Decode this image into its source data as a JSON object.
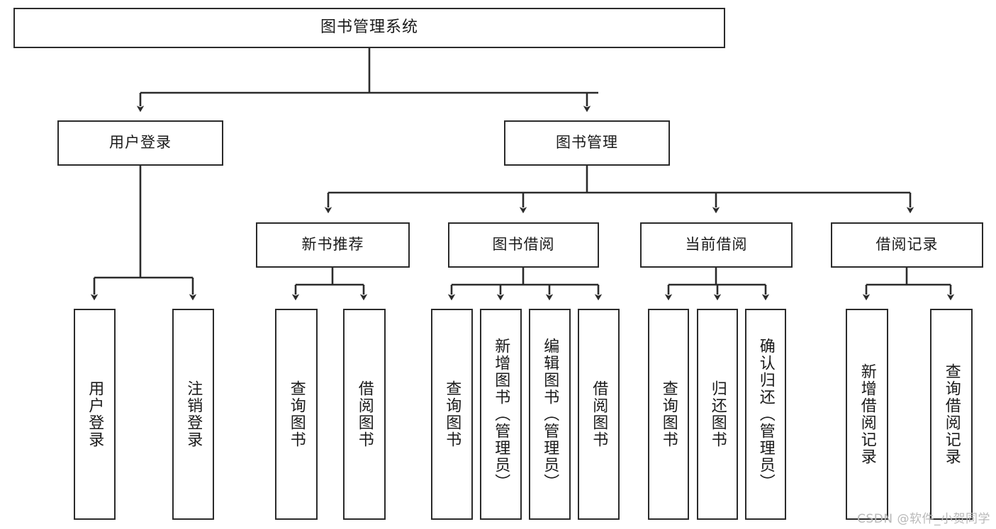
{
  "diagram": {
    "type": "tree-hierarchy-chart",
    "title": "图书管理系统",
    "watermark": "CSDN @软件_小贺同学",
    "colors": {
      "box_border": "#2b2b2b",
      "box_fill": "#ffffff",
      "connector": "#2b2b2b",
      "text": "#1a1a1a",
      "watermark": "#b9b9b9"
    },
    "root": {
      "label": "图书管理系统"
    },
    "level2": [
      {
        "id": "user-login",
        "label": "用户登录"
      },
      {
        "id": "book-management",
        "label": "图书管理"
      }
    ],
    "level3": [
      {
        "id": "new-book-recommend",
        "label": "新书推荐"
      },
      {
        "id": "book-borrow",
        "label": "图书借阅"
      },
      {
        "id": "current-borrow",
        "label": "当前借阅"
      },
      {
        "id": "borrow-record",
        "label": "借阅记录"
      }
    ],
    "leaves": {
      "user_login": [
        {
          "id": "leaf-user-login",
          "label": "用户登录"
        },
        {
          "id": "leaf-logout-login",
          "label": "注销登录"
        }
      ],
      "new_book_recommend": [
        {
          "id": "leaf-query-book-1",
          "label": "查询图书"
        },
        {
          "id": "leaf-borrow-book-1",
          "label": "借阅图书"
        }
      ],
      "book_borrow": [
        {
          "id": "leaf-query-book-2",
          "label": "查询图书"
        },
        {
          "id": "leaf-add-book",
          "label": "新增图书（管理员）"
        },
        {
          "id": "leaf-edit-book",
          "label": "编辑图书（管理员）"
        },
        {
          "id": "leaf-borrow-book-2",
          "label": "借阅图书"
        }
      ],
      "current_borrow": [
        {
          "id": "leaf-query-book-3",
          "label": "查询图书"
        },
        {
          "id": "leaf-return-book",
          "label": "归还图书"
        },
        {
          "id": "leaf-confirm-return",
          "label": "确认归还（管理员）"
        }
      ],
      "borrow_record": [
        {
          "id": "leaf-add-record",
          "label": "新增借阅记录"
        },
        {
          "id": "leaf-query-record",
          "label": "查询借阅记录"
        }
      ]
    }
  }
}
